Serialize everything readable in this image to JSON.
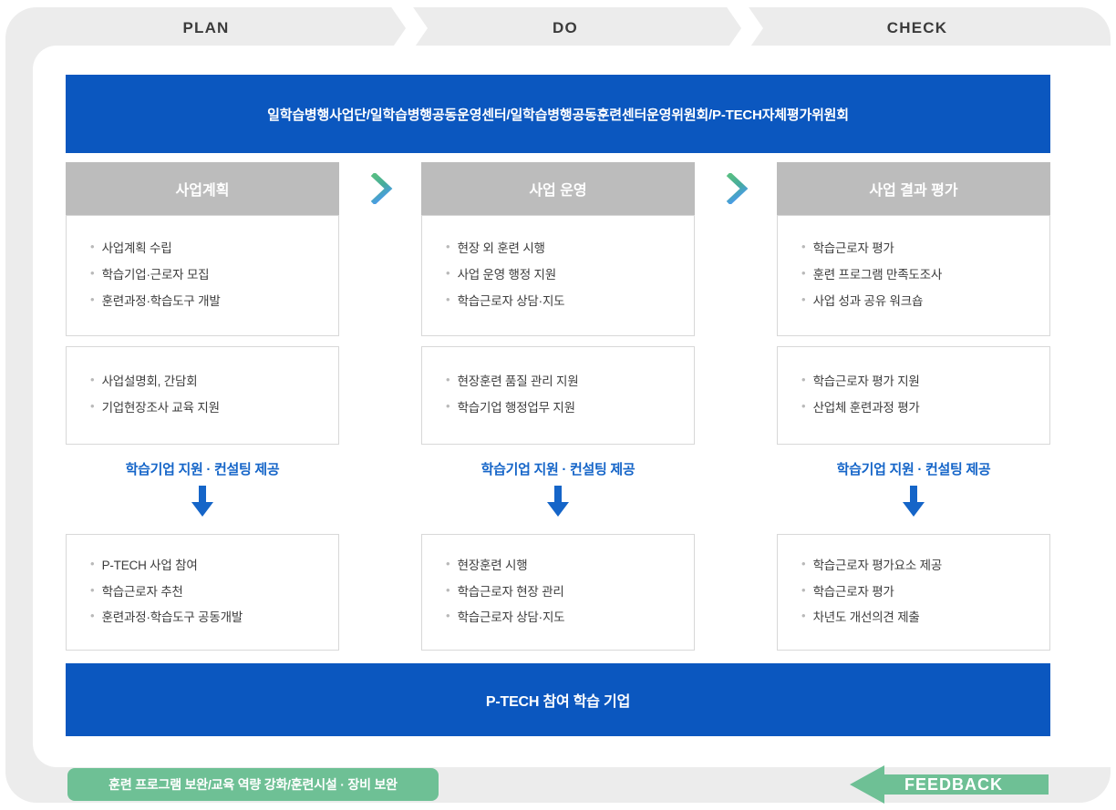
{
  "phases": [
    {
      "label": "PLAN"
    },
    {
      "label": "DO"
    },
    {
      "label": "CHECK"
    }
  ],
  "top_bar": {
    "text": "일학습병행사업단/일학습병행공동운영센터/일학습병행공동훈련센터운영위원회/P-TECH자체평가위원회"
  },
  "columns": [
    {
      "header": "사업계획",
      "box1": [
        "사업계획 수립",
        "학습기업·근로자 모집",
        "훈련과정·학습도구 개발"
      ],
      "box2": [
        "사업설명회, 간담회",
        "기업현장조사 교육 지원"
      ],
      "consult": "학습기업 지원 · 컨설팅 제공",
      "box3": [
        "P-TECH 사업 참여",
        "학습근로자 추천",
        "훈련과정·학습도구 공동개발"
      ]
    },
    {
      "header": "사업 운영",
      "box1": [
        "현장 외 훈련 시행",
        "사업 운영 행정 지원",
        "학습근로자 상담·지도"
      ],
      "box2": [
        "현장훈련 품질 관리 지원",
        "학습기업 행정업무 지원"
      ],
      "consult": "학습기업 지원 · 컨설팅 제공",
      "box3": [
        "현장훈련 시행",
        "학습근로자 현장 관리",
        "학습근로자 상담·지도"
      ]
    },
    {
      "header": "사업 결과 평가",
      "box1": [
        "학습근로자 평가",
        "훈련 프로그램 만족도조사",
        "사업 성과 공유 워크숍"
      ],
      "box2": [
        "학습근로자 평가 지원",
        "산업체 훈련과정 평가"
      ],
      "consult": "학습기업 지원 · 컨설팅 제공",
      "box3": [
        "학습근로자 평가요소 제공",
        "학습근로자 평가",
        "차년도 개선의견 제출"
      ]
    }
  ],
  "bottom_bar": {
    "text": "P-TECH 참여 학습 기업"
  },
  "feedback": {
    "pill_text": "훈련 프로그램 보완/교육 역량 강화/훈련시설 · 장비 보완",
    "arrow_label": "FEEDBACK"
  },
  "colors": {
    "blue_bar": "#0b57bf",
    "gray_header": "#bcbcbc",
    "green": "#6ec095",
    "accent_blue": "#1565c8",
    "frame_gray": "#ececec",
    "chevron_green": "#5fbd86",
    "chevron_blue": "#4a9ce8"
  }
}
